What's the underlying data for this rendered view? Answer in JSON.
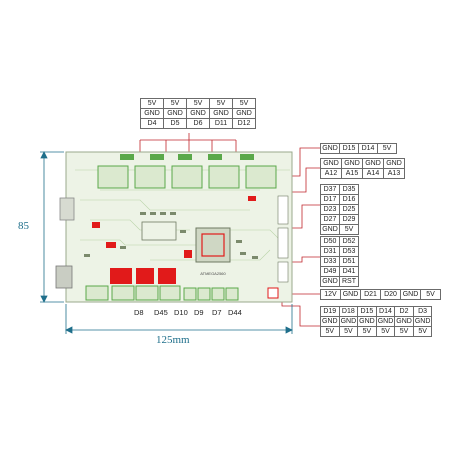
{
  "colors": {
    "board": "#edf3e6",
    "trace": "#b9d3a8",
    "red": "#e11a1a",
    "green": "#5aa84a",
    "chip": "#cfd7c4",
    "leader": "#c0262c",
    "dimension": "#1f6f8b"
  },
  "dimensions": {
    "height": "85",
    "width": "125mm"
  },
  "top_table": [
    [
      "5V",
      "5V",
      "5V",
      "5V",
      "5V"
    ],
    [
      "GND",
      "GND",
      "GND",
      "GND",
      "GND"
    ],
    [
      "D4",
      "D5",
      "D6",
      "D11",
      "D12"
    ]
  ],
  "right_tables": {
    "t1": [
      [
        "GND",
        "D15",
        "D14",
        "5V"
      ]
    ],
    "t2": [
      [
        "GND",
        "GND",
        "GND",
        "GND"
      ],
      [
        "A12",
        "A15",
        "A14",
        "A13"
      ]
    ],
    "t3": [
      [
        "D37",
        "D35"
      ],
      [
        "D17",
        "D16"
      ],
      [
        "D23",
        "D25"
      ],
      [
        "D27",
        "D29"
      ],
      [
        "GND",
        "5V"
      ]
    ],
    "t4": [
      [
        "D50",
        "D52"
      ],
      [
        "D31",
        "D53"
      ],
      [
        "D33",
        "D51"
      ],
      [
        "D49",
        "D41"
      ],
      [
        "GND",
        "RST"
      ]
    ],
    "t5": [
      [
        "12V",
        "GND",
        "D21",
        "D20",
        "GND",
        "5V"
      ]
    ],
    "t6": [
      [
        "D19",
        "D18",
        "D15",
        "D14",
        "D2",
        "D3"
      ],
      [
        "GND",
        "GND",
        "GND",
        "GND",
        "GND",
        "GND"
      ],
      [
        "5V",
        "5V",
        "5V",
        "5V",
        "5V",
        "5V"
      ]
    ]
  },
  "bottom_pins": [
    "D8",
    "D45",
    "D10",
    "D9",
    "D7",
    "D44"
  ],
  "board_labels": {
    "mcu_label": "ATMEGA2560"
  }
}
